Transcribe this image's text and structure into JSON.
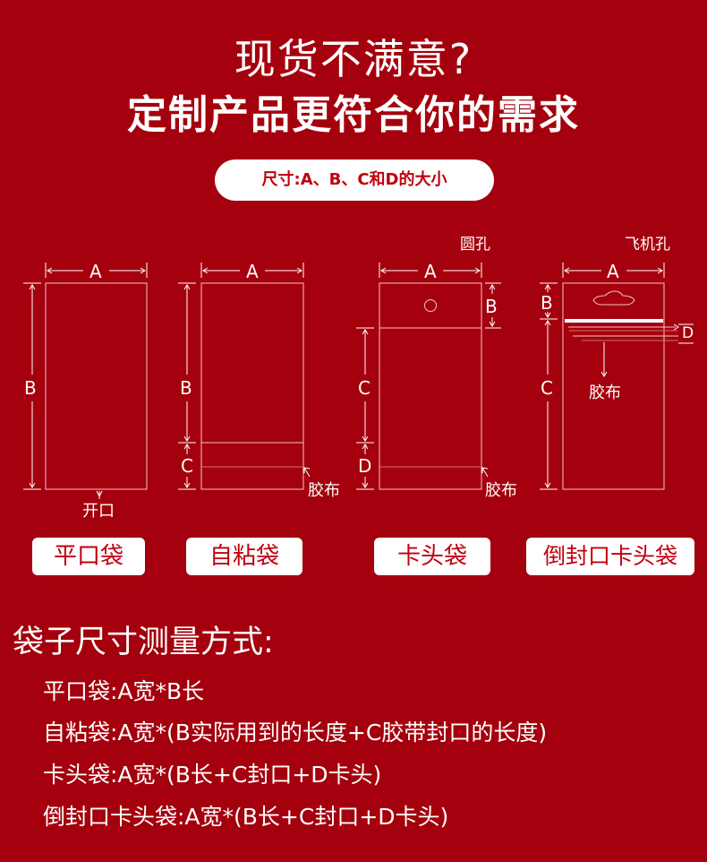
{
  "header": {
    "line1": "现货不满意?",
    "line2": "定制产品更符合你的需求"
  },
  "size_pill": "尺寸:A、B、C和D的大小",
  "diagram_labels": {
    "a": "A",
    "b": "B",
    "c": "C",
    "d": "D",
    "opening": "开口",
    "tape": "胶布",
    "round_hole": "圆孔",
    "airplane_hole": "飞机孔"
  },
  "bag_types": [
    "平口袋",
    "自粘袋",
    "卡头袋",
    "倒封口卡头袋"
  ],
  "measurement": {
    "title": "袋子尺寸测量方式:",
    "lines": [
      "平口袋:A宽*B长",
      "自粘袋:A宽*(B实际用到的长度+C胶带封口的长度)",
      "卡头袋:A宽*(B长+C封口+D卡头)",
      "倒封口卡头袋:A宽*(B长+C封口+D卡头)"
    ]
  },
  "colors": {
    "background": "#a4000d",
    "accent": "#c0000f",
    "line": "#ffffff"
  }
}
